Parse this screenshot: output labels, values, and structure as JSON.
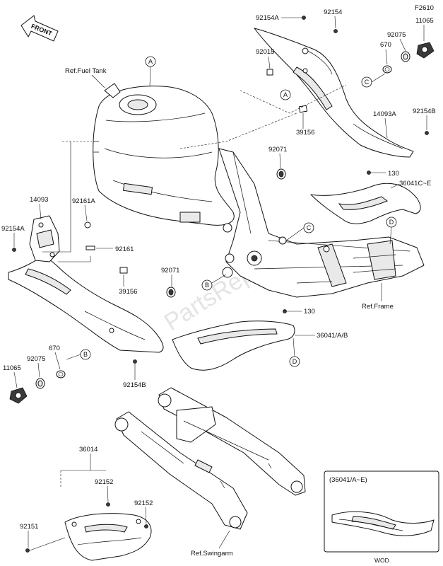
{
  "figure_code": "F2610",
  "front_tag": "FRONT",
  "watermark": "PartsRepublik",
  "inset": {
    "title": "(36041/A~E)",
    "footnote": "WOD"
  },
  "labels": {
    "p92154A_top": "92154A",
    "p92154_top": "92154",
    "p11065_top": "11065",
    "p92075_top": "92075",
    "p670_top": "670",
    "p92015": "92015",
    "p39156_top": "39156",
    "p14093A": "14093A",
    "p92154B_right": "92154B",
    "p92071_top": "92071",
    "p130_top": "130",
    "p36041CE": "36041C~E",
    "ref_fuel_tank": "Ref.Fuel Tank",
    "p14093": "14093",
    "p92161A": "92161A",
    "p92154A_left": "92154A",
    "p92161": "92161",
    "p39156_left": "39156",
    "p92071_mid": "92071",
    "ref_frame": "Ref.Frame",
    "p130_mid": "130",
    "p36041AB": "36041/A/B",
    "p670_left": "670",
    "p92075_left": "92075",
    "p11065_left": "11065",
    "p92154B_left": "92154B",
    "p36014": "36014",
    "p92152_a": "92152",
    "p92152_b": "92152",
    "p92151": "92151",
    "ref_swingarm": "Ref.Swingarm"
  },
  "callouts": {
    "A": "A",
    "B": "B",
    "C": "C",
    "D": "D"
  }
}
